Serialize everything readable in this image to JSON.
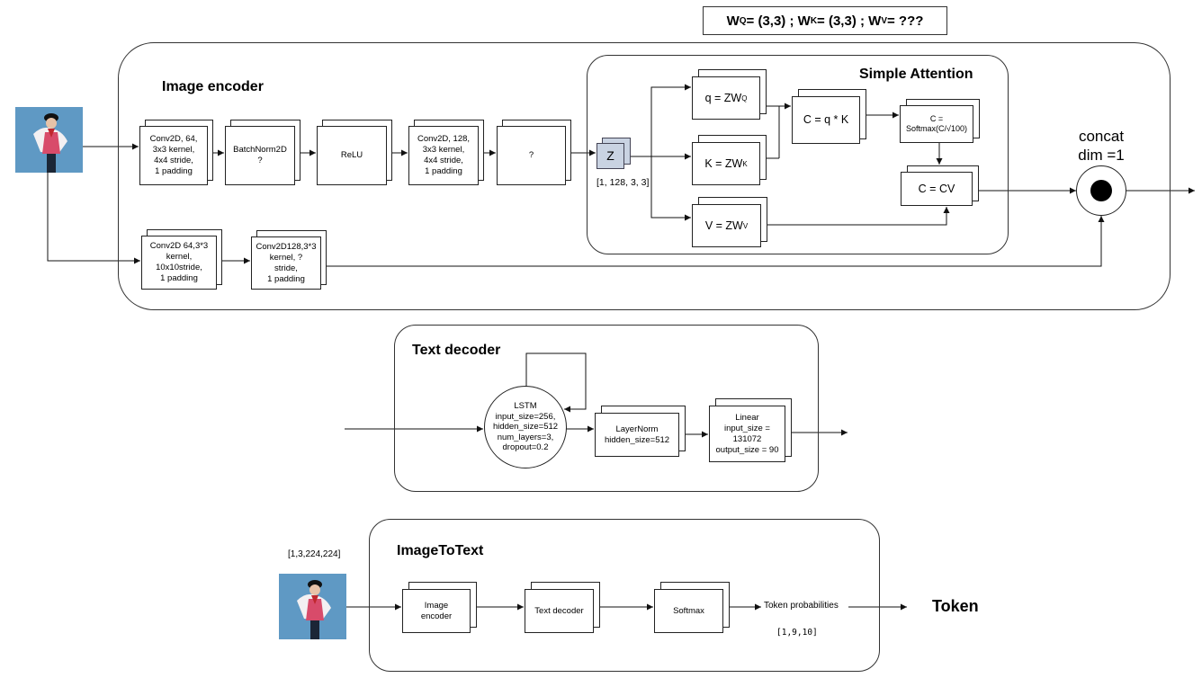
{
  "header": {
    "weights": {
      "wq": "W",
      "wq_sub": "Q",
      "wq_val": "= (3,3) ; ",
      "wk": "W",
      "wk_sub": "K",
      "wk_val": "= (3,3) ; ",
      "wv": "W",
      "wv_sub": "V",
      "wv_val": "= ???"
    }
  },
  "image_encoder": {
    "title": "Image encoder",
    "row1": [
      "Conv2D, 64,\n3x3 kernel,\n4x4 stride,\n1 padding",
      "BatchNorm2D\n?",
      "ReLU",
      "Conv2D, 128,\n3x3 kernel,\n4x4 stride,\n1 padding",
      "?"
    ],
    "row2": [
      "Conv2D 64,3*3\nkernel,\n10x10stride,\n1 padding",
      "Conv2D128,3*3\nkernel, ?\nstride,\n1 padding"
    ],
    "z_label": "Z",
    "z_shape": "[1, 128, 3, 3]",
    "concat_label": "concat\ndim =1"
  },
  "attention": {
    "title": "Simple Attention",
    "q": {
      "main": "q = ZW",
      "sub": "Q"
    },
    "k": {
      "main": "K = ZW",
      "sub": "K"
    },
    "v": {
      "main": "V = ZW",
      "sub": "V"
    },
    "c_qk": "C = q * K",
    "softmax_top": "C =",
    "softmax_bottom": "Softmax(C/√100)",
    "c_cv": "C = CV"
  },
  "text_decoder": {
    "title": "Text decoder",
    "lstm": "LSTM\ninput_size=256,\nhidden_size=512\nnum_layers=3,\ndropout=0.2",
    "layernorm": "LayerNorm\nhidden_size=512",
    "linear": "Linear\ninput_size =\n131072\noutput_size = 90"
  },
  "image_to_text": {
    "title": "ImageToText",
    "input_shape": "[1,3,224,224]",
    "blocks": [
      "Image\nencoder",
      "Text decoder",
      "Softmax"
    ],
    "token_probabilities": "Token probabilities",
    "output_shape": "[1,9,10]",
    "token": "Token"
  }
}
